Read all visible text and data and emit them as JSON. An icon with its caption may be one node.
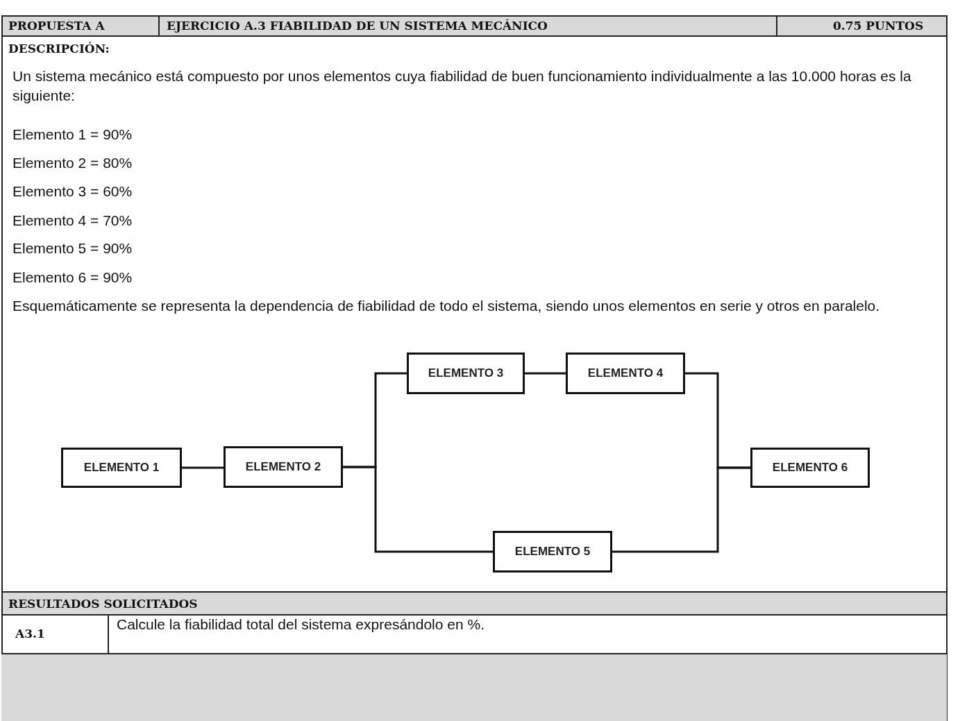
{
  "diagram": {
    "nodes": [
      {
        "text": [
          "ELEMENTO 1"
        ]
      },
      {
        "text": [
          "ELEMENTO 2"
        ]
      },
      {
        "text": [
          "ELEMENTO 3"
        ]
      },
      {
        "text": [
          "ELEMENTO 4"
        ]
      },
      {
        "text": [
          "ELEMENTO 5"
        ]
      },
      {
        "text": [
          "ELEMENTO 6"
        ]
      },
      {
        "text": [],
        "shape": "box"
      }
    ],
    "edges": [
      {
        "from": 0,
        "to": 1,
        "arrow": "none"
      },
      {
        "from": 1,
        "to": 2,
        "arrow": "none"
      },
      {
        "from": 1,
        "to": 4,
        "arrow": "none"
      },
      {
        "from": 2,
        "to": 3,
        "arrow": "none"
      },
      {
        "from": 3,
        "to": 5,
        "arrow": "none"
      },
      {
        "from": 4,
        "to": 5,
        "arrow": "none"
      }
    ],
    "labels": [
      "PROPUESTA A",
      "EJERCICIO A.3 FIABILIDAD DE UN SISTEMA MECÁNICO",
      "0.75 PUNTOS",
      "DESCRIPCIÓN:",
      "Un sistema mecánico está compuesto por unos elementos cuya fiabilidad de buen funcionamiento individualmente a las 10.000 horas es la siguiente:",
      "Elemento 1 = 90%",
      "Elemento 2 = 80%",
      "Elemento 3 = 60%",
      "Elemento 4 = 70%",
      "Elemento 5 = 90%",
      "Elemento 6 = 90%",
      "Esquemáticamente se representa la dependencia de fiabilidad de todo el sistema, siendo unos elementos en serie y otros en paralelo.",
      "RESULTADOS SOLICITADOS",
      "A3.1",
      "Calcule la fiabilidad total del sistema expresándolo en %."
    ]
  }
}
